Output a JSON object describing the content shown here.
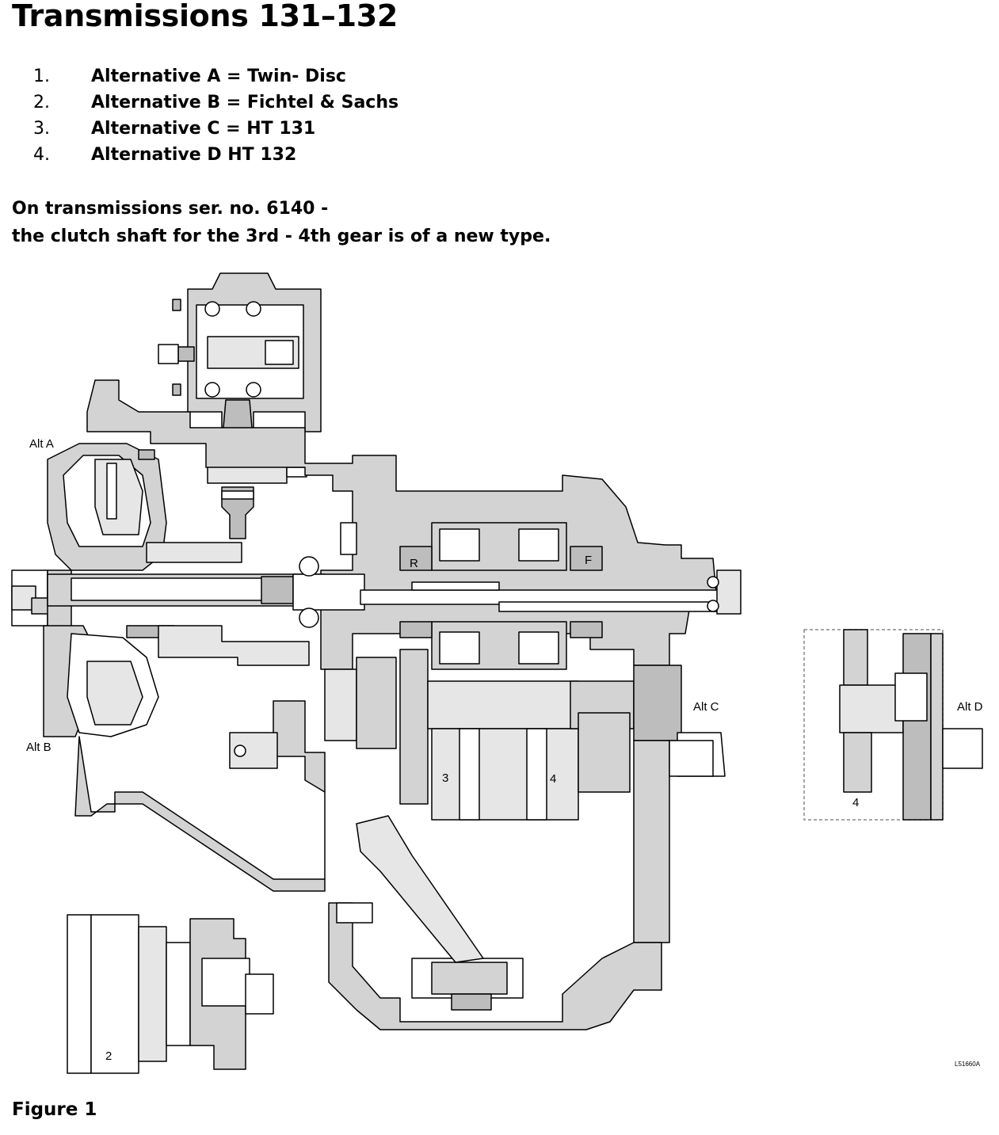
{
  "title": "Transmissions 131–132",
  "alternatives": [
    {
      "num": "1.",
      "text": "Alternative A = Twin- Disc"
    },
    {
      "num": "2.",
      "text": "Alternative B = Fichtel & Sachs"
    },
    {
      "num": "3.",
      "text": "Alternative C = HT 131"
    },
    {
      "num": "4.",
      "text": "Alternative D HT 132"
    }
  ],
  "note": {
    "line1": "On transmissions ser. no. 6140 -",
    "line2": "the clutch shaft for the 3rd - 4th gear is of a new type."
  },
  "drawing": {
    "alt_a": "Alt A",
    "alt_b": "Alt B",
    "alt_c": "Alt C",
    "alt_d": "Alt D",
    "gear_r": "R",
    "gear_f": "F",
    "gear_3": "3",
    "gear_4": "4",
    "detail_d_gear": "4",
    "detail_b_num": "2",
    "ref_code": "L51660A"
  },
  "caption": "Figure 1"
}
